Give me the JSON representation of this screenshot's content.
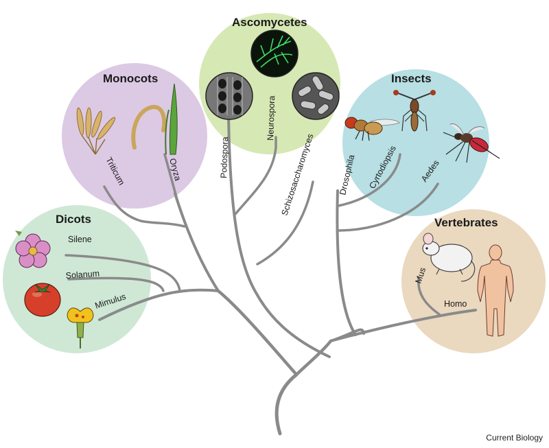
{
  "credit": "Current Biology",
  "colors": {
    "branch": "#8a8a8a",
    "dicots_fill": "#cfe8d5",
    "monocots_fill": "#dcc9e4",
    "ascomycetes_fill": "#d6e8b4",
    "insects_fill": "#b7dfe4",
    "vertebrates_fill": "#ead8bf"
  },
  "groups": {
    "dicots": {
      "title": "Dicots",
      "leaves": [
        "Silene",
        "Solanum",
        "Mimulus"
      ],
      "icons": [
        "silene-flower-icon",
        "tomato-icon",
        "mimulus-flower-icon"
      ]
    },
    "monocots": {
      "title": "Monocots",
      "leaves": [
        "Triticum",
        "Oryza"
      ],
      "icons": [
        "wheat-icon",
        "rice-icon"
      ]
    },
    "ascomycetes": {
      "title": "Ascomycetes",
      "leaves": [
        "Podospora",
        "Neurospora",
        "Schizosaccharomyces"
      ],
      "icons": [
        "podospora-asci-icon",
        "neurospora-hyphae-icon",
        "yeast-cells-icon"
      ]
    },
    "insects": {
      "title": "Insects",
      "leaves": [
        "Drosophila",
        "Cyrtodiopsis",
        "Aedes"
      ],
      "icons": [
        "fruit-fly-icon",
        "stalk-eyed-fly-icon",
        "mosquito-icon"
      ]
    },
    "vertebrates": {
      "title": "Vertebrates",
      "leaves": [
        "Mus",
        "Homo"
      ],
      "icons": [
        "mouse-icon",
        "human-icon"
      ]
    }
  }
}
